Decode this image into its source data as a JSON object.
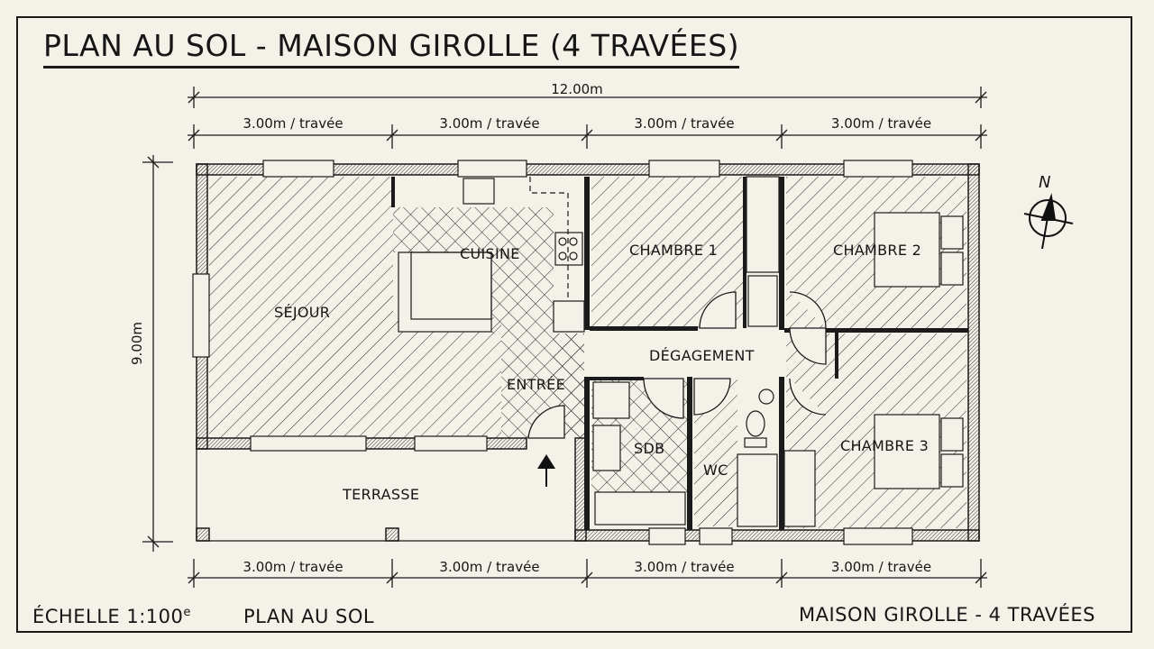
{
  "title": "PLAN AU SOL - MAISON GIROLLE (4 TRAVÉES)",
  "dimensions": {
    "overall_width": "12.00m",
    "overall_height": "9.00m",
    "bay_label": "3.00m / travée",
    "top_bays": [
      "3.00m / travée",
      "3.00m / travée",
      "3.00m / travée",
      "3.00m / travée"
    ],
    "bottom_bays": [
      "3.00m / travée",
      "3.00m / travée",
      "3.00m / travée",
      "3.00m / travée"
    ]
  },
  "rooms": {
    "sejour": "SÉJOUR",
    "cuisine": "CUISINE",
    "entree": "ENTRÉE",
    "chambre1": "CHAMBRE 1",
    "chambre2": "CHAMBRE 2",
    "chambre3": "CHAMBRE 3",
    "degagement": "DÉGAGEMENT",
    "sdb": "SDB",
    "wc": "WC",
    "terrasse": "TERRASSE"
  },
  "north_arrow": {
    "label": "N",
    "icon": "north-arrow-icon"
  },
  "entrance_arrow": {
    "icon": "entrance-arrow-icon"
  },
  "footer": {
    "scale": "ÉCHELLE 1:100",
    "scale_sup": "e",
    "plan_label": "PLAN AU SOL",
    "project": "MAISON GIROLLE - 4 TRAVÉES"
  },
  "colors": {
    "ink": "#161616",
    "paper": "#f4f1e8",
    "wall_fill": "#8a8a8a"
  }
}
